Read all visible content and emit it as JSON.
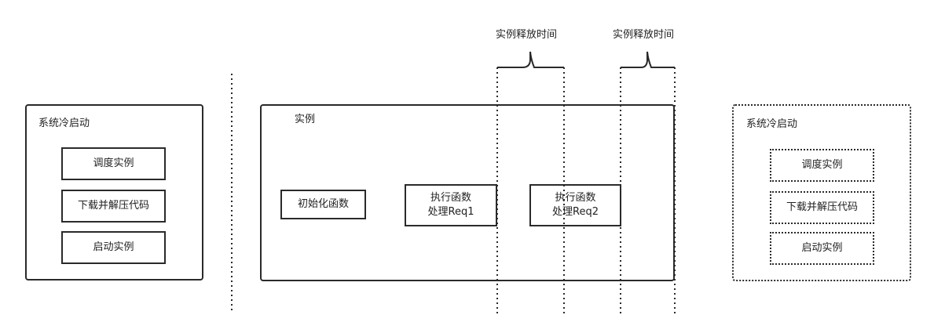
{
  "left_panel": {
    "title": "系统冷启动",
    "steps": [
      "调度实例",
      "下载并解压代码",
      "启动实例"
    ]
  },
  "instance_panel": {
    "title": "实例",
    "init_label": "初始化函数",
    "req1": {
      "line1": "执行函数",
      "line2": "处理Req1"
    },
    "req2": {
      "line1": "执行函数",
      "line2": "处理Req2"
    }
  },
  "release_labels": [
    "实例释放时间",
    "实例释放时间"
  ],
  "right_panel": {
    "title": "系统冷启动",
    "steps": [
      "调度实例",
      "下载并解压代码",
      "启动实例"
    ]
  }
}
